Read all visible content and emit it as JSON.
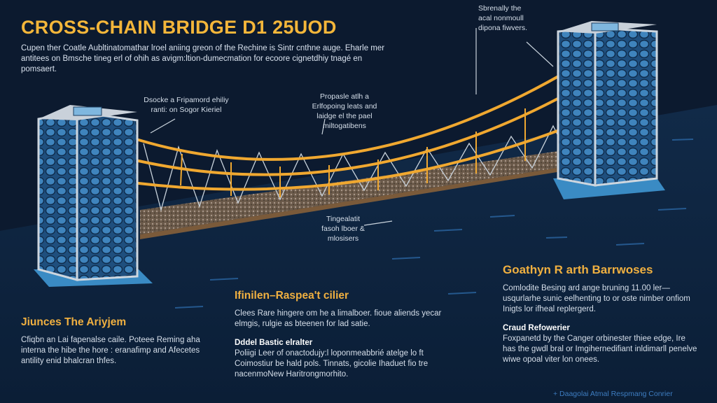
{
  "header": {
    "title": "CROSS-CHAIN BRIDGE D1 25UOD",
    "intro": "Cupen ther Coatle Aubltinatomathar lroel aniing greon of the Rechine is Sintr cnthne auge. Eharle mer antitees on Bmsche tineg erl of ohih as avigm:ltion-dumecmation for ecoore cignetdhiy tnagé en pomsaert."
  },
  "annotations": {
    "left_tower": "Dsocke a Fripamord ehiliy ranti: on Sogor Kieriel",
    "arch": "Propasle atlh a Erlfopoing leats and laidge el the pael miltogatibens",
    "right_tower": "Sbrenally the acal nonmoull dipona fiwvers.",
    "deck": "Tingealatit fasoh lboer & mlosisers"
  },
  "sections": [
    {
      "title": "Jiunces The Ariyjem",
      "body": "Cfiqbn an Lai fapenalse caile. Poteee Reming aha interna the hibe the hore : eranafimp and Afecetes antility enid bhalcran thfes."
    },
    {
      "title": "Ifinilen–Raspea't cilier",
      "body": "Clees Rare hingere om he a limalboer. fioue aliends yecar elmgis, rulgie as bteenen for lad satie.",
      "sub_title": "Dddel Bastic elralter",
      "sub_body": "Poliigi Leer of onactodujy:l loponmeabbrié atelge lo ft Coimostiur be hald pols. Tinnats, gicolie Ihaduet fio tre nacenmoNew Haritrongmorhito."
    },
    {
      "title": "Goathyn R arth Barrwoses",
      "body": "Comlodite Besing ard ange bruning 11.00 ler— usqurlarhe sunic eelhenting to or oste nimber onfiom Inigts lor ifheal replergerd.",
      "sub_title": "Craud Refowerier",
      "sub_body": "Foxpanetd by the Canger orbinester thiee edge, Ire has the gwdl bral or Imgihernedifiant inldimarll penelve wiwe opoal viter lon onees."
    }
  ],
  "footer": "+ Daagolai Atmal Respmang Conrier",
  "colors": {
    "background": "#0c1a2f",
    "accent": "#f4b63a",
    "tower": "#4a8fc7",
    "water": "#0f2b4b"
  }
}
